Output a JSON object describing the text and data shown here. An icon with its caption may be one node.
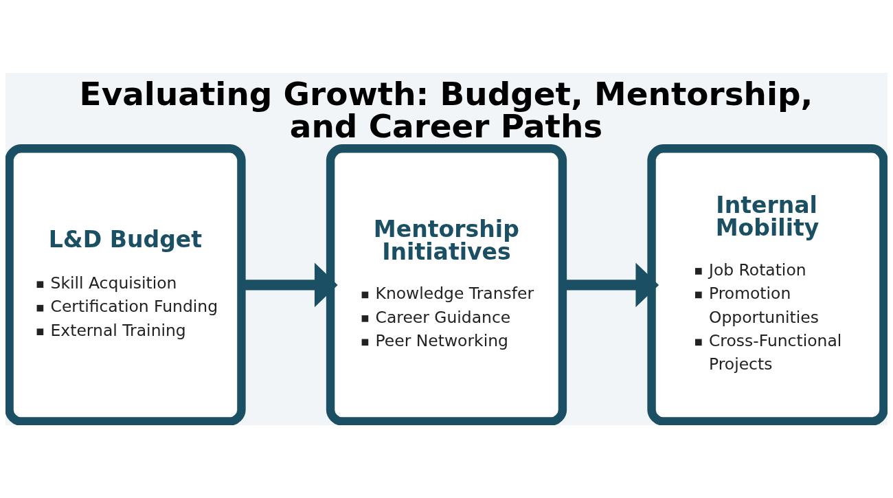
{
  "diagram": {
    "title": "Evaluating Growth: Budget, Mentorship, and Career Paths",
    "nodes": [
      {
        "text": [
          "L&D Budget",
          "Skill Acquisition",
          "Certification Funding",
          "External Training"
        ]
      },
      {
        "text": [
          "Mentorship Initiatives",
          "Knowledge Transfer",
          "Career Guidance",
          "Peer Networking"
        ]
      },
      {
        "text": [
          "Internal Mobility",
          "Job Rotation",
          "Promotion Opportunities",
          "Cross-Functional Projects"
        ]
      }
    ],
    "edges": [
      {
        "from": 0,
        "to": 1,
        "arrow": "to"
      },
      {
        "from": 1,
        "to": 2,
        "arrow": "to"
      }
    ]
  }
}
